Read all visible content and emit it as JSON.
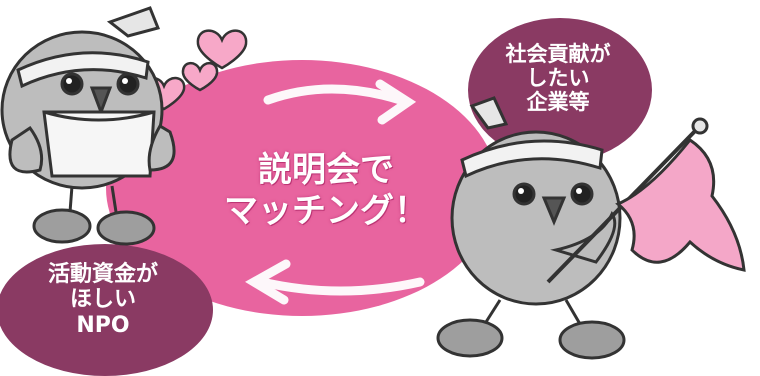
{
  "center": {
    "line1": "説明会で",
    "line2": "マッチング！"
  },
  "left_bubble": {
    "line1": "活動資金が",
    "line2": "ほしい",
    "line3": "NPO"
  },
  "right_bubble": {
    "line1": "社会貢献が",
    "line2": "したい",
    "line3": "企業等"
  },
  "colors": {
    "center_ellipse": "#e8649f",
    "bubble": "#8a3a63",
    "bird_gray": "#bdbdbd",
    "heart": "#f7a8c8",
    "flag": "#f4a7c8"
  },
  "icons": [
    "bird-npo-icon",
    "bird-company-icon",
    "heart-icon",
    "flag-icon",
    "arrow-right-icon",
    "arrow-left-icon"
  ]
}
